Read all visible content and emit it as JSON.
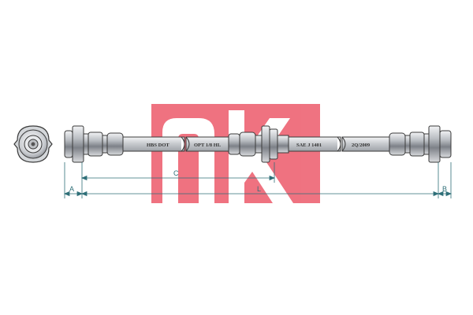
{
  "diagram": {
    "hose_markings": [
      "HBS DOT",
      "OPT 1/8 HL",
      "SAE J 1401",
      "2Q/2009"
    ],
    "dimension_labels": {
      "a": "A",
      "b": "B",
      "c": "C",
      "l": "L"
    },
    "logo": {
      "text": "nk",
      "color": "#e2001a"
    },
    "colors": {
      "dimension_line": "#2f6f78",
      "fitting": "#8a8e94",
      "hose": "#c9ccd0"
    }
  }
}
